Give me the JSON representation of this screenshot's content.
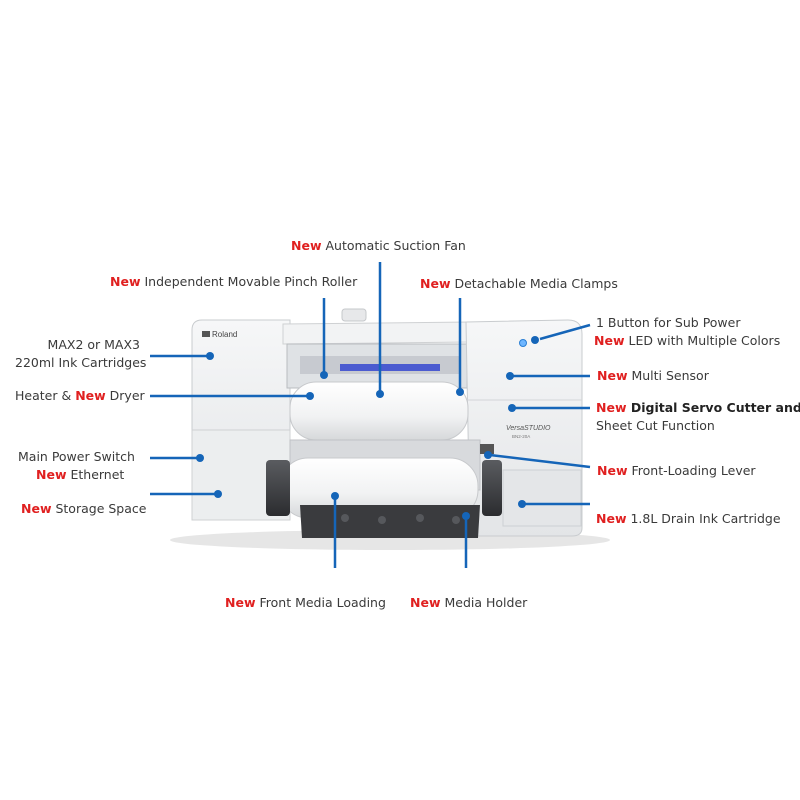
{
  "brand": {
    "logo_text": "Roland",
    "model_text": "VersaSTUDIO",
    "model_sub": "BN2-20A"
  },
  "labels": {
    "suction_fan": {
      "new": "New",
      "text": " Automatic Suction Fan"
    },
    "pinch_roller": {
      "new": "New",
      "text": " Independent Movable Pinch Roller"
    },
    "media_clamps": {
      "new": "New",
      "text": " Detachable Media Clamps"
    },
    "ink_cartridges_line1": "MAX2 or MAX3",
    "ink_cartridges_line2": "220ml Ink Cartridges",
    "heater": {
      "pre": "Heater & ",
      "new": "New",
      "text": " Dryer"
    },
    "power_switch_line1": "Main Power Switch",
    "ethernet": {
      "new": "New",
      "text": " Ethernet"
    },
    "storage": {
      "new": "New",
      "text": " Storage Space"
    },
    "sub_power": "1 Button for Sub Power",
    "led": {
      "new": "New",
      "text": " LED with Multiple Colors"
    },
    "multi_sensor": {
      "new": "New",
      "text": " Multi Sensor"
    },
    "servo_cutter": {
      "new": "New",
      "text": " Digital Servo Cutter and"
    },
    "sheet_cut": "Sheet Cut Function",
    "front_lever": {
      "new": "New",
      "text": " Front-Loading Lever"
    },
    "drain_cartridge": {
      "new": "New",
      "text": " 1.8L Drain Ink Cartridge"
    },
    "front_loading": {
      "new": "New",
      "text": " Front Media Loading"
    },
    "media_holder": {
      "new": "New",
      "text": " Media Holder"
    }
  },
  "colors": {
    "accent_new": "#e02020",
    "callout_line": "#1565b8",
    "printer_body": "#eef0f1"
  }
}
